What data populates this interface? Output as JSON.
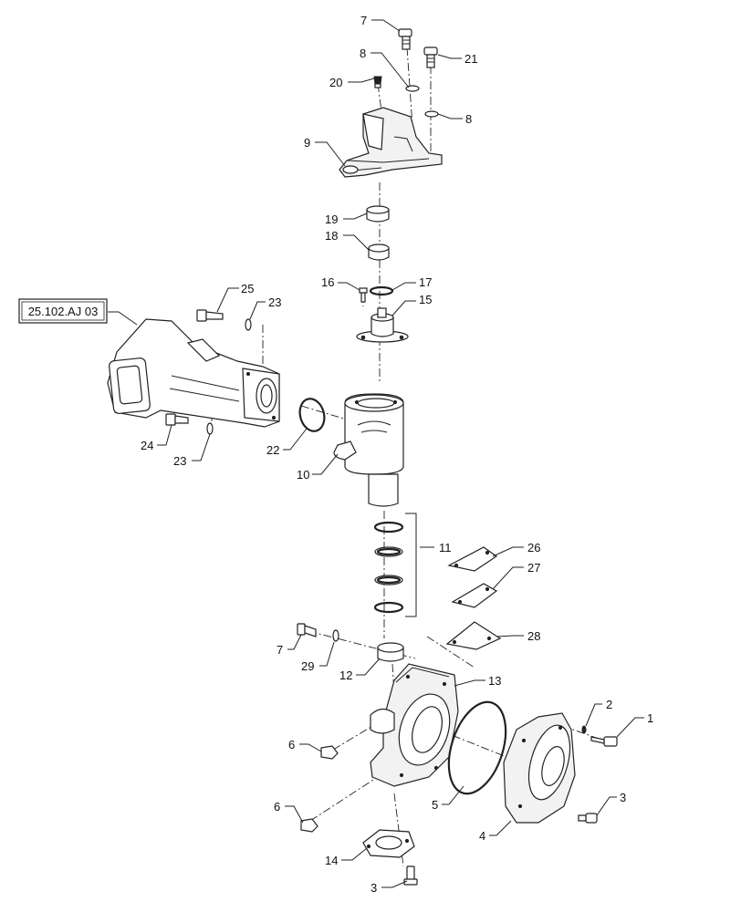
{
  "callouts": [
    {
      "id": "c7a",
      "text": "7"
    },
    {
      "id": "c8a",
      "text": "8"
    },
    {
      "id": "c21",
      "text": "21"
    },
    {
      "id": "c20",
      "text": "20"
    },
    {
      "id": "c8b",
      "text": "8"
    },
    {
      "id": "c9",
      "text": "9"
    },
    {
      "id": "c19",
      "text": "19"
    },
    {
      "id": "c18",
      "text": "18"
    },
    {
      "id": "c16",
      "text": "16"
    },
    {
      "id": "c17",
      "text": "17"
    },
    {
      "id": "c15",
      "text": "15"
    },
    {
      "id": "c25",
      "text": "25"
    },
    {
      "id": "c23a",
      "text": "23"
    },
    {
      "id": "c22",
      "text": "22"
    },
    {
      "id": "c24",
      "text": "24"
    },
    {
      "id": "c23b",
      "text": "23"
    },
    {
      "id": "c10",
      "text": "10"
    },
    {
      "id": "c11",
      "text": "11"
    },
    {
      "id": "c26",
      "text": "26"
    },
    {
      "id": "c27",
      "text": "27"
    },
    {
      "id": "c28",
      "text": "28"
    },
    {
      "id": "c7b",
      "text": "7"
    },
    {
      "id": "c29",
      "text": "29"
    },
    {
      "id": "c12",
      "text": "12"
    },
    {
      "id": "c13",
      "text": "13"
    },
    {
      "id": "c2",
      "text": "2"
    },
    {
      "id": "c1",
      "text": "1"
    },
    {
      "id": "c6a",
      "text": "6"
    },
    {
      "id": "c6b",
      "text": "6"
    },
    {
      "id": "c5",
      "text": "5"
    },
    {
      "id": "c3a",
      "text": "3"
    },
    {
      "id": "c4",
      "text": "4"
    },
    {
      "id": "c14",
      "text": "14"
    },
    {
      "id": "c3b",
      "text": "3"
    }
  ],
  "reference_box": {
    "text": "25.102.AJ 03"
  }
}
